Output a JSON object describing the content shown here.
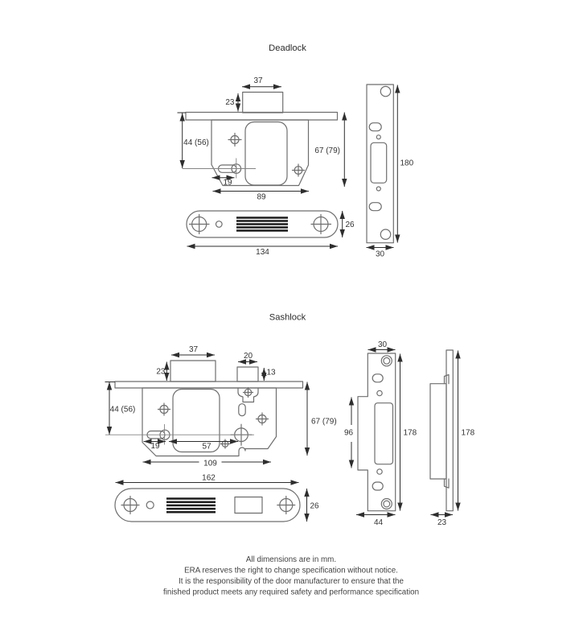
{
  "deadlock": {
    "title": "Deadlock",
    "dims": {
      "bolt_width": "37",
      "bolt_height": "23",
      "backset": "44 (56)",
      "case_height": "67 (79)",
      "keyhole_offset": "19",
      "case_width": "89",
      "forend_height": "26",
      "forend_length": "134",
      "strike_length": "180",
      "strike_width": "30"
    }
  },
  "sashlock": {
    "title": "Sashlock",
    "dims": {
      "deadbolt_width": "37",
      "deadbolt_height": "23",
      "latch_width": "20",
      "latch_height": "13",
      "backset": "44 (56)",
      "case_height": "67 (79)",
      "keyhole_offset": "19",
      "keyhole_to_spindle": "57",
      "case_width": "109",
      "forend_length": "162",
      "forend_height": "26",
      "strike_width": "30",
      "strike_cutout_height": "96",
      "strike_length": "178",
      "strike_depth": "44",
      "keep_side_length": "178",
      "keep_side_depth": "23"
    }
  },
  "footer": {
    "lines": [
      "All dimensions are in mm.",
      "ERA reserves the right to change specification without notice.",
      "It is the responsibility of the door manufacturer to ensure that the",
      "finished product meets any required safety and performance specification"
    ]
  }
}
